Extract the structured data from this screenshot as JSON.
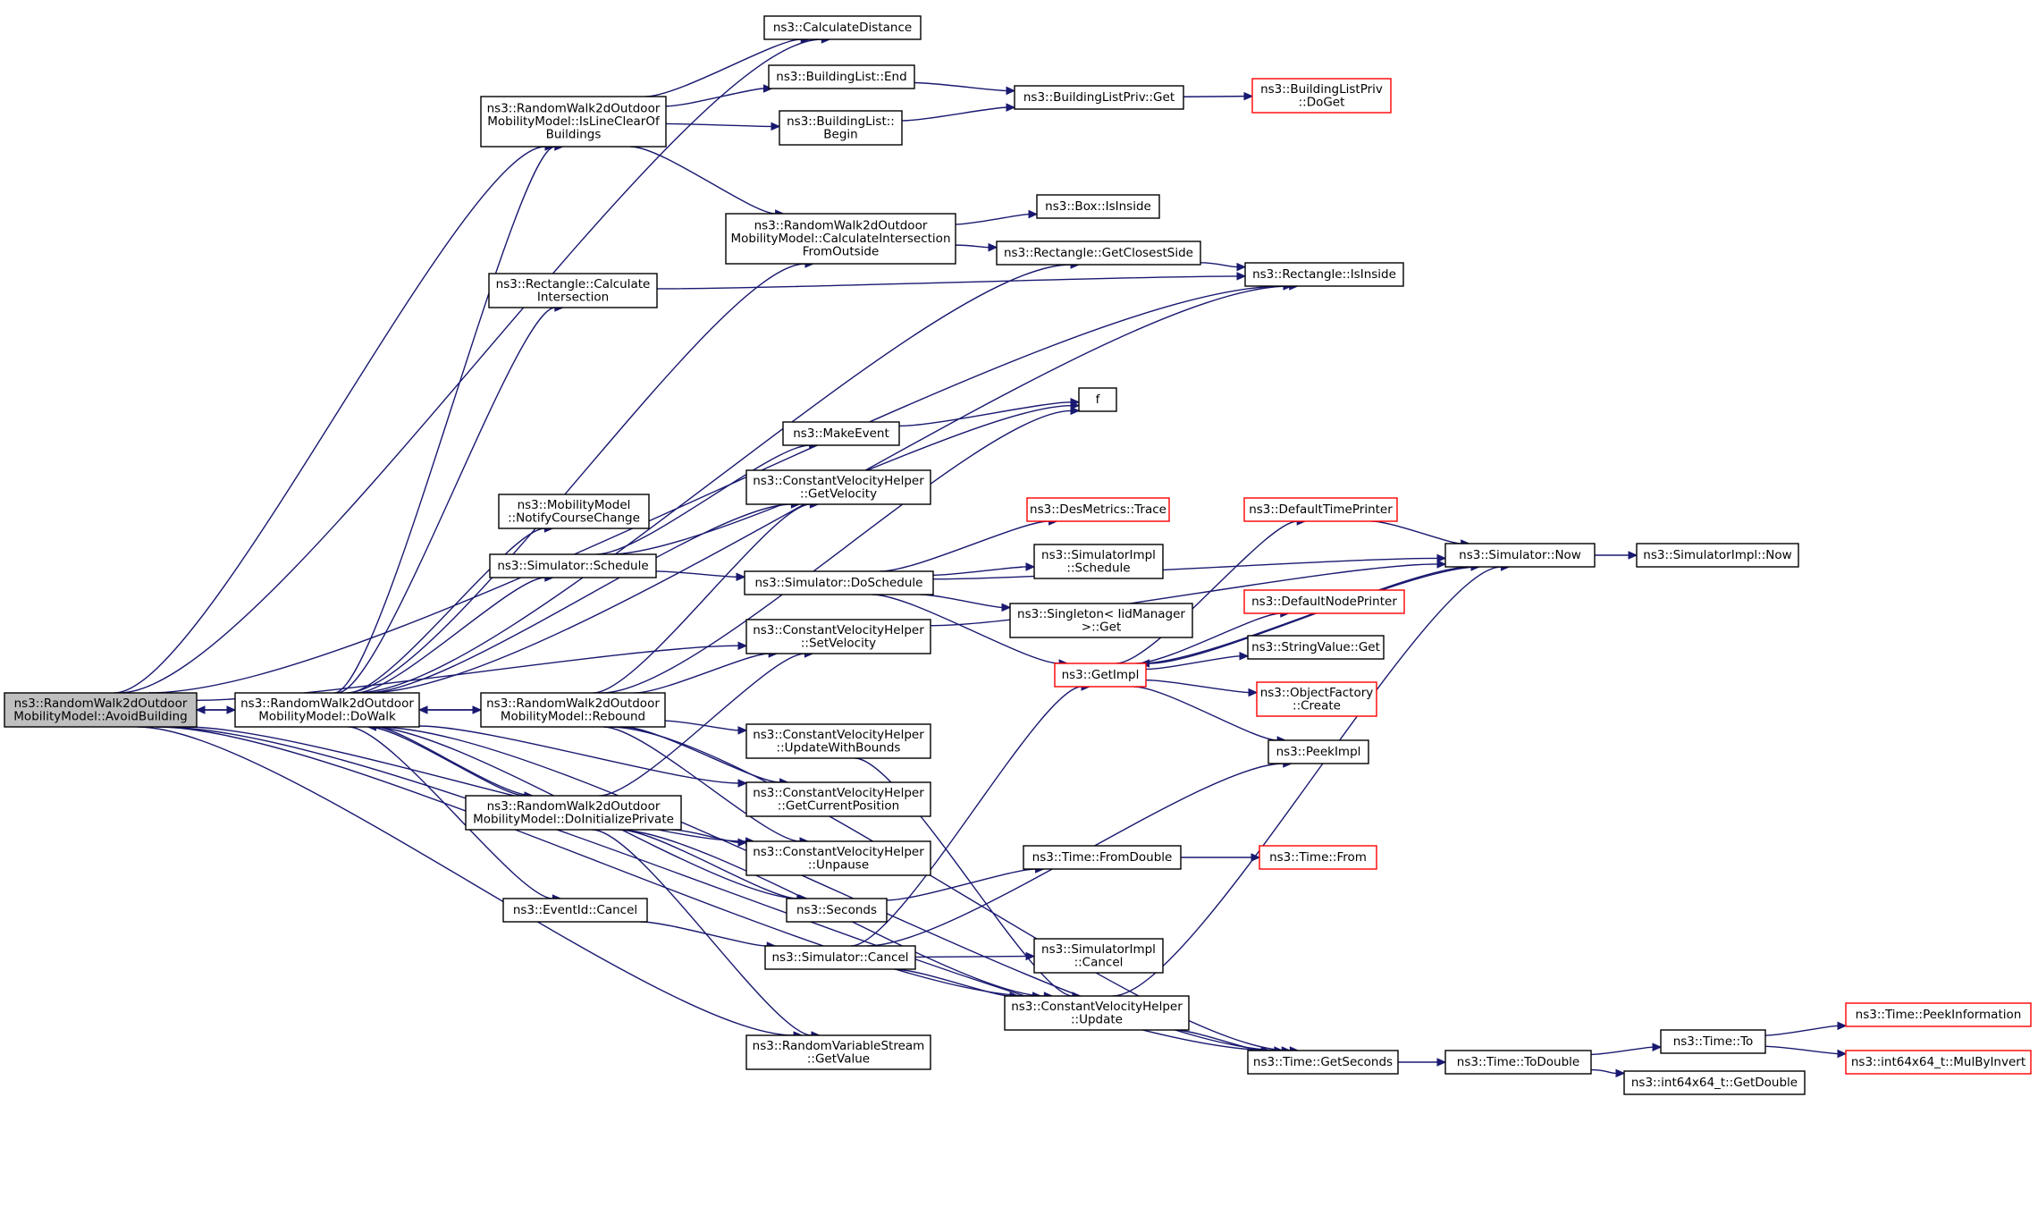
{
  "colors": {
    "edge": "#191970",
    "node_border": "#000000",
    "truncated_border": "#ff0000",
    "root_fill": "#bfbfbf"
  },
  "nodes": [
    {
      "id": "avoid",
      "lines": [
        "ns3::RandomWalk2dOutdoor",
        "MobilityModel::AvoidBuilding"
      ],
      "root": true
    },
    {
      "id": "dowalk",
      "lines": [
        "ns3::RandomWalk2dOutdoor",
        "MobilityModel::DoWalk"
      ]
    },
    {
      "id": "calcdist",
      "lines": [
        "ns3::CalculateDistance"
      ]
    },
    {
      "id": "islineclear",
      "lines": [
        "ns3::RandomWalk2dOutdoor",
        "MobilityModel::IsLineClearOf",
        "Buildings"
      ]
    },
    {
      "id": "blend",
      "lines": [
        "ns3::BuildingList::End"
      ]
    },
    {
      "id": "blbegin",
      "lines": [
        "ns3::BuildingList::",
        "Begin"
      ]
    },
    {
      "id": "blprivget",
      "lines": [
        "ns3::BuildingListPriv::Get"
      ]
    },
    {
      "id": "blprivdoget",
      "lines": [
        "ns3::BuildingListPriv",
        "::DoGet"
      ],
      "truncated": true
    },
    {
      "id": "calcinter",
      "lines": [
        "ns3::RandomWalk2dOutdoor",
        "MobilityModel::CalculateIntersection",
        "FromOutside"
      ]
    },
    {
      "id": "boxinside",
      "lines": [
        "ns3::Box::IsInside"
      ]
    },
    {
      "id": "closestside",
      "lines": [
        "ns3::Rectangle::GetClosestSide"
      ]
    },
    {
      "id": "rectinside",
      "lines": [
        "ns3::Rectangle::IsInside"
      ]
    },
    {
      "id": "rectcalc",
      "lines": [
        "ns3::Rectangle::Calculate",
        "Intersection"
      ]
    },
    {
      "id": "f",
      "lines": [
        "f"
      ]
    },
    {
      "id": "makeevent",
      "lines": [
        "ns3::MakeEvent"
      ]
    },
    {
      "id": "cvgetvel",
      "lines": [
        "ns3::ConstantVelocityHelper",
        "::GetVelocity"
      ]
    },
    {
      "id": "notify",
      "lines": [
        "ns3::MobilityModel",
        "::NotifyCourseChange"
      ]
    },
    {
      "id": "schedule",
      "lines": [
        "ns3::Simulator::Schedule"
      ]
    },
    {
      "id": "doschedule",
      "lines": [
        "ns3::Simulator::DoSchedule"
      ]
    },
    {
      "id": "destrace",
      "lines": [
        "ns3::DesMetrics::Trace"
      ],
      "truncated": true
    },
    {
      "id": "simimplsched",
      "lines": [
        "ns3::SimulatorImpl",
        "::Schedule"
      ]
    },
    {
      "id": "singleton",
      "lines": [
        "ns3::Singleton< IidManager",
        " >::Get"
      ]
    },
    {
      "id": "getimpl",
      "lines": [
        "ns3::GetImpl"
      ],
      "truncated": true
    },
    {
      "id": "deftimeprinter",
      "lines": [
        "ns3::DefaultTimePrinter"
      ],
      "truncated": true
    },
    {
      "id": "defnodeprinter",
      "lines": [
        "ns3::DefaultNodePrinter"
      ],
      "truncated": true
    },
    {
      "id": "stringget",
      "lines": [
        "ns3::StringValue::Get"
      ]
    },
    {
      "id": "objfactory",
      "lines": [
        "ns3::ObjectFactory",
        "::Create"
      ],
      "truncated": true
    },
    {
      "id": "peekimpl",
      "lines": [
        "ns3::PeekImpl"
      ]
    },
    {
      "id": "simnow",
      "lines": [
        "ns3::Simulator::Now"
      ]
    },
    {
      "id": "simimplnow",
      "lines": [
        "ns3::SimulatorImpl::Now"
      ]
    },
    {
      "id": "cvsetvel",
      "lines": [
        "ns3::ConstantVelocityHelper",
        "::SetVelocity"
      ]
    },
    {
      "id": "rebound",
      "lines": [
        "ns3::RandomWalk2dOutdoor",
        "MobilityModel::Rebound"
      ]
    },
    {
      "id": "cvupdbounds",
      "lines": [
        "ns3::ConstantVelocityHelper",
        "::UpdateWithBounds"
      ]
    },
    {
      "id": "cvgetpos",
      "lines": [
        "ns3::ConstantVelocityHelper",
        "::GetCurrentPosition"
      ]
    },
    {
      "id": "doinit",
      "lines": [
        "ns3::RandomWalk2dOutdoor",
        "MobilityModel::DoInitializePrivate"
      ]
    },
    {
      "id": "cvunpause",
      "lines": [
        "ns3::ConstantVelocityHelper",
        "::Unpause"
      ]
    },
    {
      "id": "seconds",
      "lines": [
        "ns3::Seconds"
      ]
    },
    {
      "id": "fromdouble",
      "lines": [
        "ns3::Time::FromDouble"
      ]
    },
    {
      "id": "timefrom",
      "lines": [
        "ns3::Time::From"
      ],
      "truncated": true
    },
    {
      "id": "eventcancel",
      "lines": [
        "ns3::EventId::Cancel"
      ]
    },
    {
      "id": "simcancel",
      "lines": [
        "ns3::Simulator::Cancel"
      ]
    },
    {
      "id": "simimplcancel",
      "lines": [
        "ns3::SimulatorImpl",
        "::Cancel"
      ]
    },
    {
      "id": "cvupdate",
      "lines": [
        "ns3::ConstantVelocityHelper",
        "::Update"
      ]
    },
    {
      "id": "rvsgetvalue",
      "lines": [
        "ns3::RandomVariableStream",
        "::GetValue"
      ]
    },
    {
      "id": "getseconds",
      "lines": [
        "ns3::Time::GetSeconds"
      ]
    },
    {
      "id": "todouble",
      "lines": [
        "ns3::Time::ToDouble"
      ]
    },
    {
      "id": "timeto",
      "lines": [
        "ns3::Time::To"
      ]
    },
    {
      "id": "peekinfo",
      "lines": [
        "ns3::Time::PeekInformation"
      ],
      "truncated": true
    },
    {
      "id": "mulbyinvert",
      "lines": [
        "ns3::int64x64_t::MulByInvert"
      ],
      "truncated": true
    },
    {
      "id": "getdouble",
      "lines": [
        "ns3::int64x64_t::GetDouble"
      ]
    }
  ],
  "edges": [
    [
      "avoid",
      "dowalk"
    ],
    [
      "avoid",
      "calcdist"
    ],
    [
      "avoid",
      "islineclear"
    ],
    [
      "avoid",
      "rectinside"
    ],
    [
      "avoid",
      "cvsetvel"
    ],
    [
      "avoid",
      "cvunpause"
    ],
    [
      "avoid",
      "rvsgetvalue"
    ],
    [
      "avoid",
      "cvupdate"
    ],
    [
      "avoid",
      "getseconds"
    ],
    [
      "dowalk",
      "avoid"
    ],
    [
      "dowalk",
      "islineclear"
    ],
    [
      "dowalk",
      "calcinter"
    ],
    [
      "dowalk",
      "rectcalc"
    ],
    [
      "dowalk",
      "rectinside"
    ],
    [
      "dowalk",
      "notify"
    ],
    [
      "dowalk",
      "schedule"
    ],
    [
      "dowalk",
      "cvgetvel"
    ],
    [
      "dowalk",
      "rebound"
    ],
    [
      "dowalk",
      "doinit"
    ],
    [
      "dowalk",
      "seconds"
    ],
    [
      "dowalk",
      "eventcancel"
    ],
    [
      "dowalk",
      "getseconds"
    ],
    [
      "dowalk",
      "cvgetpos"
    ],
    [
      "dowalk",
      "closestside"
    ],
    [
      "islineclear",
      "calcdist"
    ],
    [
      "islineclear",
      "blend"
    ],
    [
      "islineclear",
      "blbegin"
    ],
    [
      "islineclear",
      "calcinter"
    ],
    [
      "blend",
      "blprivget"
    ],
    [
      "blbegin",
      "blprivget"
    ],
    [
      "blprivget",
      "blprivdoget"
    ],
    [
      "calcinter",
      "boxinside"
    ],
    [
      "calcinter",
      "closestside"
    ],
    [
      "closestside",
      "rectinside"
    ],
    [
      "rectcalc",
      "rectinside"
    ],
    [
      "schedule",
      "f"
    ],
    [
      "schedule",
      "makeevent"
    ],
    [
      "schedule",
      "doschedule"
    ],
    [
      "makeevent",
      "f"
    ],
    [
      "doschedule",
      "destrace"
    ],
    [
      "doschedule",
      "simimplsched"
    ],
    [
      "doschedule",
      "singleton"
    ],
    [
      "doschedule",
      "getimpl"
    ],
    [
      "doschedule",
      "simnow"
    ],
    [
      "getimpl",
      "deftimeprinter"
    ],
    [
      "getimpl",
      "defnodeprinter"
    ],
    [
      "getimpl",
      "stringget"
    ],
    [
      "getimpl",
      "objfactory"
    ],
    [
      "getimpl",
      "peekimpl"
    ],
    [
      "getimpl",
      "simnow"
    ],
    [
      "deftimeprinter",
      "simnow"
    ],
    [
      "simnow",
      "simimplnow"
    ],
    [
      "simnow",
      "getimpl"
    ],
    [
      "cvsetvel",
      "simnow"
    ],
    [
      "rebound",
      "dowalk"
    ],
    [
      "rebound",
      "cvgetvel"
    ],
    [
      "rebound",
      "cvsetvel"
    ],
    [
      "rebound",
      "cvupdbounds"
    ],
    [
      "rebound",
      "cvgetpos"
    ],
    [
      "rebound",
      "cvunpause"
    ],
    [
      "rebound",
      "getseconds"
    ],
    [
      "rebound",
      "f"
    ],
    [
      "cvupdbounds",
      "cvupdate"
    ],
    [
      "doinit",
      "dowalk"
    ],
    [
      "doinit",
      "cvsetvel"
    ],
    [
      "doinit",
      "cvunpause"
    ],
    [
      "doinit",
      "seconds"
    ],
    [
      "doinit",
      "rvsgetvalue"
    ],
    [
      "doinit",
      "cvupdate"
    ],
    [
      "seconds",
      "fromdouble"
    ],
    [
      "fromdouble",
      "timefrom"
    ],
    [
      "eventcancel",
      "simcancel"
    ],
    [
      "simcancel",
      "simimplcancel"
    ],
    [
      "simcancel",
      "getimpl"
    ],
    [
      "simcancel",
      "peekimpl"
    ],
    [
      "simcancel",
      "cvupdate"
    ],
    [
      "cvupdate",
      "simnow"
    ],
    [
      "cvupdate",
      "getseconds"
    ],
    [
      "getseconds",
      "todouble"
    ],
    [
      "todouble",
      "timeto"
    ],
    [
      "todouble",
      "getdouble"
    ],
    [
      "timeto",
      "peekinfo"
    ],
    [
      "timeto",
      "mulbyinvert"
    ]
  ]
}
